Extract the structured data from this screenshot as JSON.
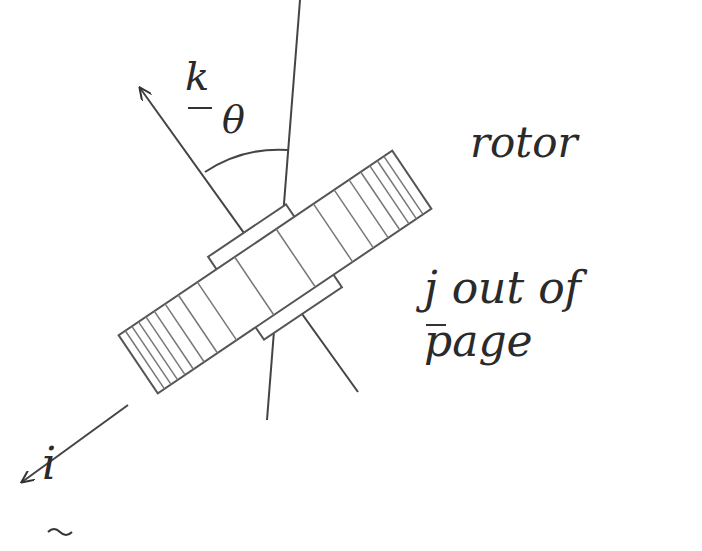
{
  "diagram": {
    "labels": [
      "k",
      "θ",
      "rotor",
      "j out of page",
      "i"
    ]
  }
}
